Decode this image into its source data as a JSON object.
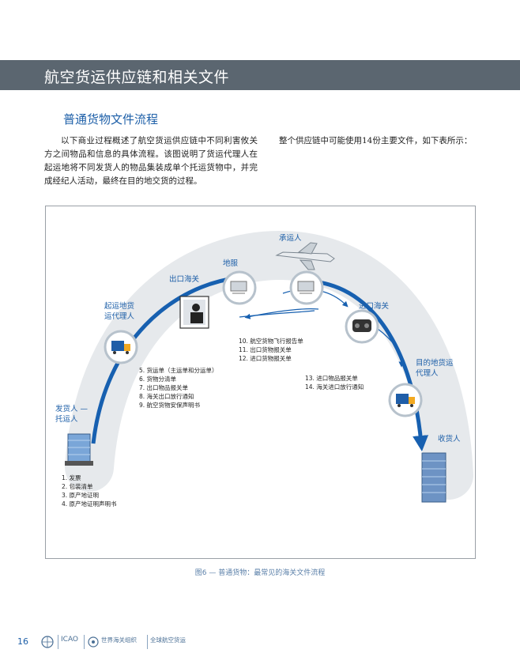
{
  "header": {
    "title": "航空货运供应链和相关文件"
  },
  "section": {
    "title": "普通货物文件流程"
  },
  "body": {
    "left_paragraph": "以下商业过程概述了航空货运供应链中不同利害攸关方之间物品和信息的具体流程。该图说明了货运代理人在起运地将不同发货人的物品集装成单个托运货物中，并完成经纪人活动，最终在目的地交货的过程。",
    "right_paragraph": "整个供应链中可能使用14份主要文件，如下表所示："
  },
  "figure": {
    "nodes": {
      "shipper": [
        "发货人 —",
        "托运人"
      ],
      "origin_forwarder": [
        "起运地货",
        "运代理人"
      ],
      "export_customs": "出口海关",
      "ground_handling": "地服",
      "carrier": "承运人",
      "import_customs": "进口海关",
      "dest_forwarder": [
        "目的地货运",
        "代理人"
      ],
      "consignee": "收货人"
    },
    "docs_shipper": [
      "1. 发票",
      "2. 包装清单",
      "3. 原产地证明",
      "4. 原产地证明声明书"
    ],
    "docs_forwarder": [
      "5. 货运单（主运单和分运单）",
      "6. 货物分清单",
      "7. 出口物品报关单",
      "8. 海关出口放行通知",
      "9. 航空货物安保声明书"
    ],
    "docs_carrier": [
      "10. 航空货物飞行报告单",
      "11. 出口货物报关单",
      "12. 进口货物报关单"
    ],
    "docs_import": [
      "13. 进口物品报关单",
      "14. 海关进口放行通知"
    ],
    "caption": "图6 — 普通货物：最常见的海关文件流程"
  },
  "footer": {
    "page_number": "16",
    "icao": "ICAO",
    "wco": "世界海关组织",
    "series": "全球航空货运"
  },
  "colors": {
    "header_band": "#5b6670",
    "accent_blue": "#1d5fa8",
    "arc_grey": "#e6e9ec"
  }
}
